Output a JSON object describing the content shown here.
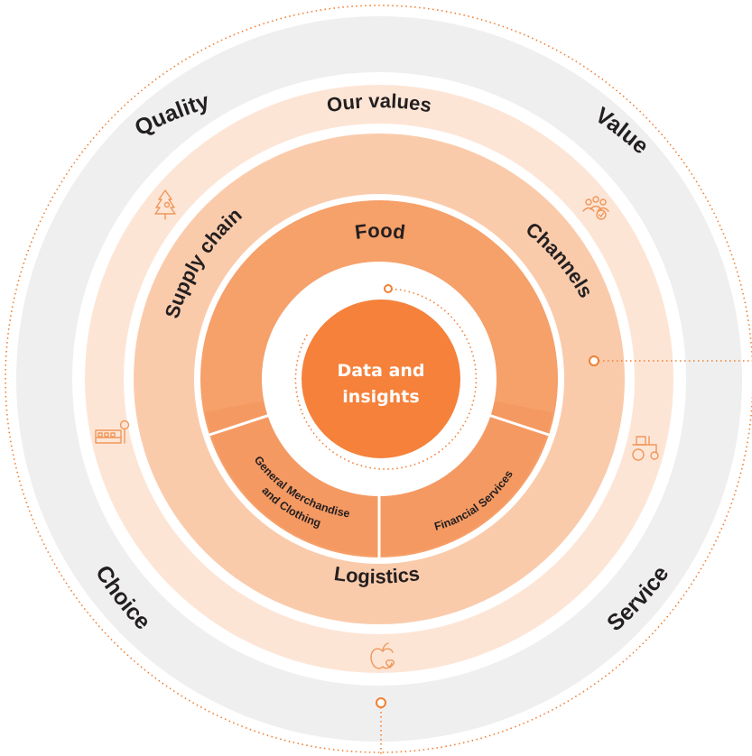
{
  "outer_values": {
    "quality": "Quality",
    "value": "Value",
    "choice": "Choice",
    "service": "Service"
  },
  "our_values_title": "Our values",
  "ring_labels": {
    "supply_chain": "Supply chain",
    "channels": "Channels",
    "logistics": "Logistics"
  },
  "segments": {
    "food": "Food",
    "general_merchandise_line1": "General Merchandise",
    "general_merchandise_line2": "and Clothing",
    "financial_services": "Financial Services"
  },
  "center": {
    "line1": "Data and",
    "line2": "insights"
  },
  "icons": [
    "tree-icon",
    "people-icon",
    "factory-icon",
    "tractor-icon",
    "apple-heart-icon"
  ],
  "colors": {
    "outer_band": "#efefef",
    "values_band": "#fde5d6",
    "operations_band": "#facbab",
    "segment_fill": "#f6a06a",
    "center_fill": "#f5813b",
    "accent": "#f07f33",
    "label_text": "#231f20"
  }
}
